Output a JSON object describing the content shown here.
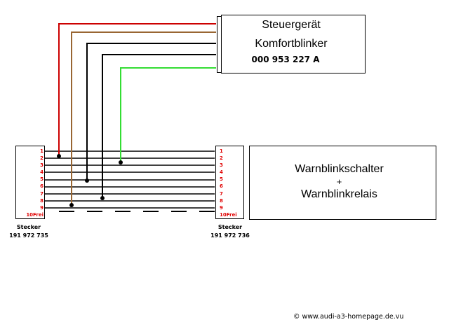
{
  "control_unit": {
    "line1": "Steuergerät",
    "line2": "Komfortblinker",
    "part_number": "000 953 227 A"
  },
  "hazard_unit": {
    "line1": "Warnblinkschalter",
    "plus": "+",
    "line2": "Warnblinkrelais"
  },
  "left_connector": {
    "pins": [
      "1",
      "2",
      "3",
      "4",
      "5",
      "6",
      "7",
      "8",
      "9",
      "10Frei"
    ],
    "label": "Stecker",
    "part_number": "191 972 735"
  },
  "right_connector": {
    "pins": [
      "1",
      "2",
      "3",
      "4",
      "5",
      "6",
      "7",
      "8",
      "9",
      "10Frei"
    ],
    "label": "Stecker",
    "part_number": "191 972 736"
  },
  "copyright": "© www.audi-a3-homepage.de.vu",
  "colors": {
    "red_wire": "#cc0000",
    "brown_wire": "#996633",
    "green_wire": "#33dd33",
    "black_wire": "#000000",
    "pin_text": "#e00000"
  }
}
